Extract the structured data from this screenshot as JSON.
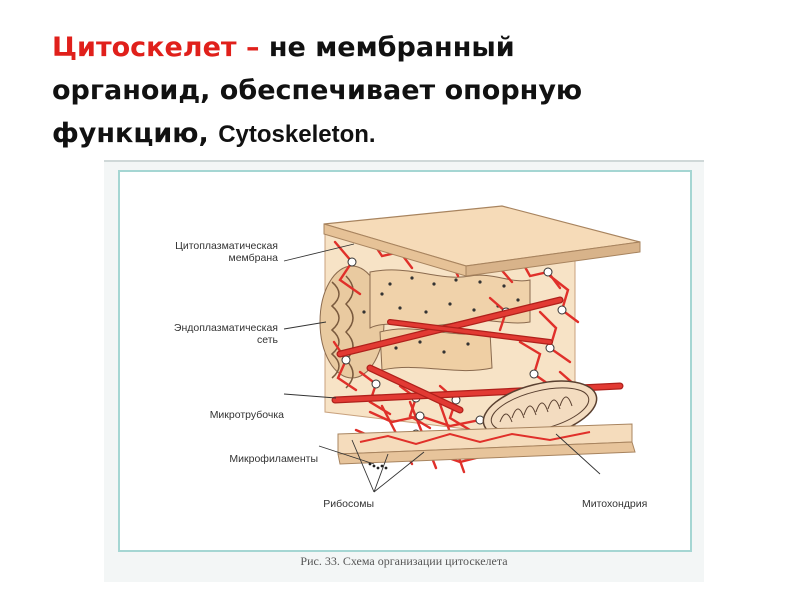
{
  "slide": {
    "title_accent": "Цитоскелет – ",
    "title_line1": "не мембранный",
    "title_line2": "органоид, обеспечивает опорную",
    "title_line3": "функцию, ",
    "title_latin": "Cytoskeleton."
  },
  "figure": {
    "labels": {
      "membrane_line1": "Цитоплазматическая",
      "membrane_line2": "мембрана",
      "er_line1": "Эндоплазматическая",
      "er_line2": "сеть",
      "microtubule": "Микротрубочка",
      "microfilaments": "Микрофиламенты",
      "ribosomes": "Рибосомы",
      "mitochondrion": "Митохондрия"
    },
    "caption": "Рис. 33. Схема организации цитоскелета"
  },
  "colors": {
    "accent": "#e0201b",
    "membrane": "#f5dcbc",
    "network": "#e0302a",
    "frame": "#a5d6d3"
  }
}
